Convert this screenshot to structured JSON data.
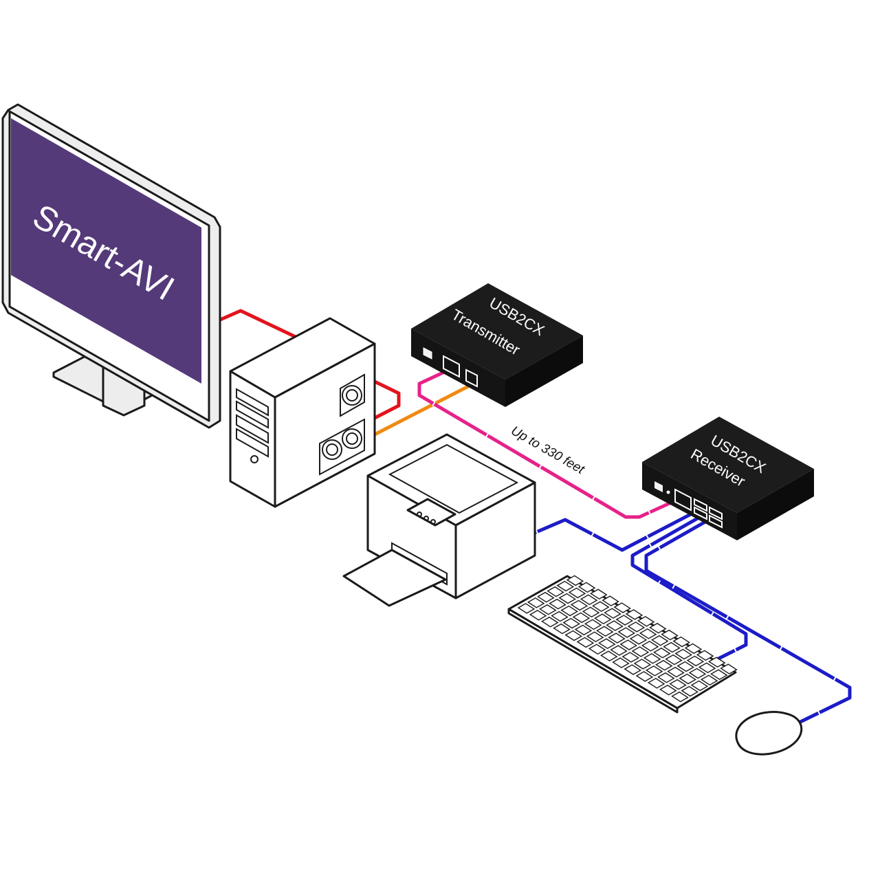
{
  "monitor": {
    "screen_brand": "Smart-AVI",
    "screen_color": "#553a7a"
  },
  "transmitter": {
    "line1": "USB2CX",
    "line2": "Transmitter"
  },
  "receiver": {
    "line1": "USB2CX",
    "line2": "Receiver"
  },
  "cable_label": "Up to 330 feet",
  "colors": {
    "video_cable": "#e2141c",
    "usb_host_cable": "#f08a12",
    "cat_cable": "#e6228a",
    "usb_device_cable": "#1c1cc8",
    "device_body": "#151515"
  }
}
